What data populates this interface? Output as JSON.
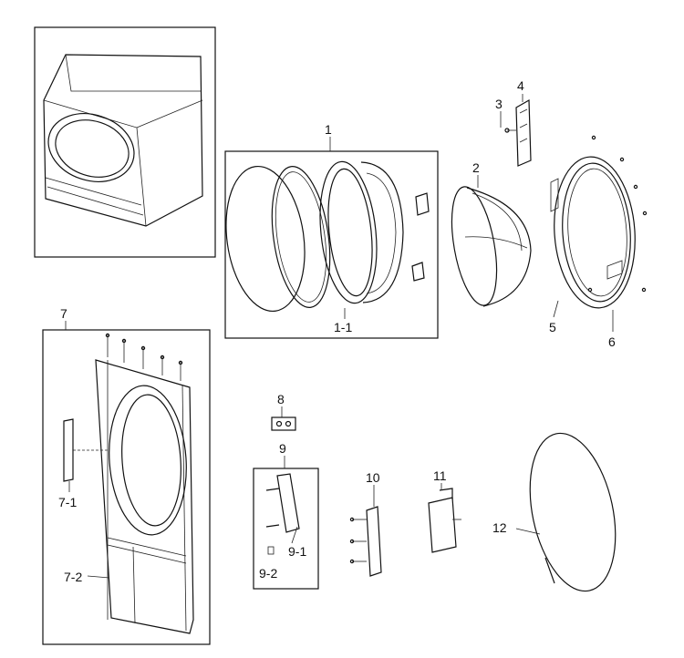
{
  "callouts": {
    "c1": "1",
    "c1_1": "1-1",
    "c2": "2",
    "c3": "3",
    "c4": "4",
    "c5": "5",
    "c6": "6",
    "c7": "7",
    "c7_1": "7-1",
    "c7_2": "7-2",
    "c8": "8",
    "c9": "9",
    "c9_1": "9-1",
    "c9_2": "9-2",
    "c10": "10",
    "c11": "11",
    "c12": "12"
  }
}
